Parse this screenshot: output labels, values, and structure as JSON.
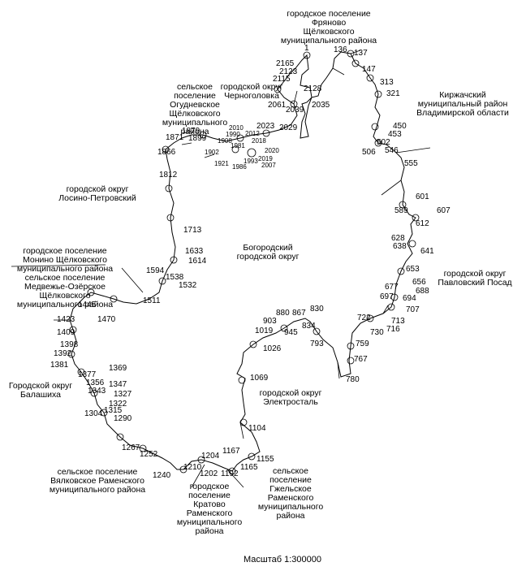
{
  "areas": [
    {
      "lines": [
        "городское поселение",
        "Фряново",
        "Щёлковского",
        "муниципального района"
      ]
    },
    {
      "lines": [
        "городской округ",
        "Черноголовка"
      ]
    },
    {
      "lines": [
        "сельское",
        "поселение",
        "Огудневское",
        "Щёлковского",
        "муниципального",
        "района"
      ]
    },
    {
      "lines": [
        "Киржачский",
        "муниципальный район",
        "Владимирской области"
      ]
    },
    {
      "lines": [
        "городской округ",
        "Лосино-Петровский"
      ]
    },
    {
      "lines": [
        "Богородский",
        "городской округ"
      ]
    },
    {
      "lines": [
        "городское поселение",
        "Монино Щёлковского",
        "муниципального района"
      ]
    },
    {
      "lines": [
        "сельское поселение",
        "Медвежье-Озёрское",
        "Щёлковского",
        "муниципального района"
      ]
    },
    {
      "lines": [
        "городской округ",
        "Павловский Посад"
      ]
    },
    {
      "lines": [
        "Городской округ",
        "Балашиха"
      ]
    },
    {
      "lines": [
        "городской округ",
        "Электросталь"
      ]
    },
    {
      "lines": [
        "сельское поселение",
        "Вялковское Раменского",
        "муниципального района"
      ]
    },
    {
      "lines": [
        "городское",
        "поселение",
        "Кратово",
        "Раменского",
        "муниципального",
        "района"
      ]
    },
    {
      "lines": [
        "сельское",
        "поселение",
        "Гжельское",
        "Раменского",
        "муниципального",
        "района"
      ]
    }
  ],
  "points": [
    "1",
    "136",
    "137",
    "147",
    "313",
    "321",
    "450",
    "453",
    "502",
    "506",
    "546",
    "555",
    "601",
    "607",
    "589",
    "612",
    "628",
    "638",
    "641",
    "653",
    "656",
    "688",
    "677",
    "697",
    "694",
    "707",
    "713",
    "716",
    "722",
    "730",
    "759",
    "767",
    "780",
    "793",
    "834",
    "830",
    "867",
    "880",
    "903",
    "945",
    "1019",
    "1026",
    "1069",
    "1104",
    "1155",
    "1167",
    "1165",
    "1192",
    "1202",
    "1204",
    "1210",
    "1240",
    "1252",
    "1267",
    "1290",
    "1304",
    "1315",
    "1322",
    "1327",
    "1343",
    "1347",
    "1356",
    "1369",
    "1377",
    "1381",
    "1392",
    "1398",
    "1409",
    "1423",
    "1445",
    "1470",
    "1511",
    "1532",
    "1538",
    "1594",
    "1614",
    "1633",
    "1713",
    "1812",
    "1866",
    "1871",
    "1879",
    "1899",
    "1902",
    "1908",
    "1921",
    "1981",
    "1986",
    "1990",
    "1993",
    "2007",
    "2010",
    "2012",
    "2018",
    "2019",
    "2020",
    "2023",
    "2029",
    "2035",
    "2039",
    "2061",
    "2115",
    "2123",
    "2128",
    "2165"
  ],
  "scale": "Масштаб 1:300000"
}
